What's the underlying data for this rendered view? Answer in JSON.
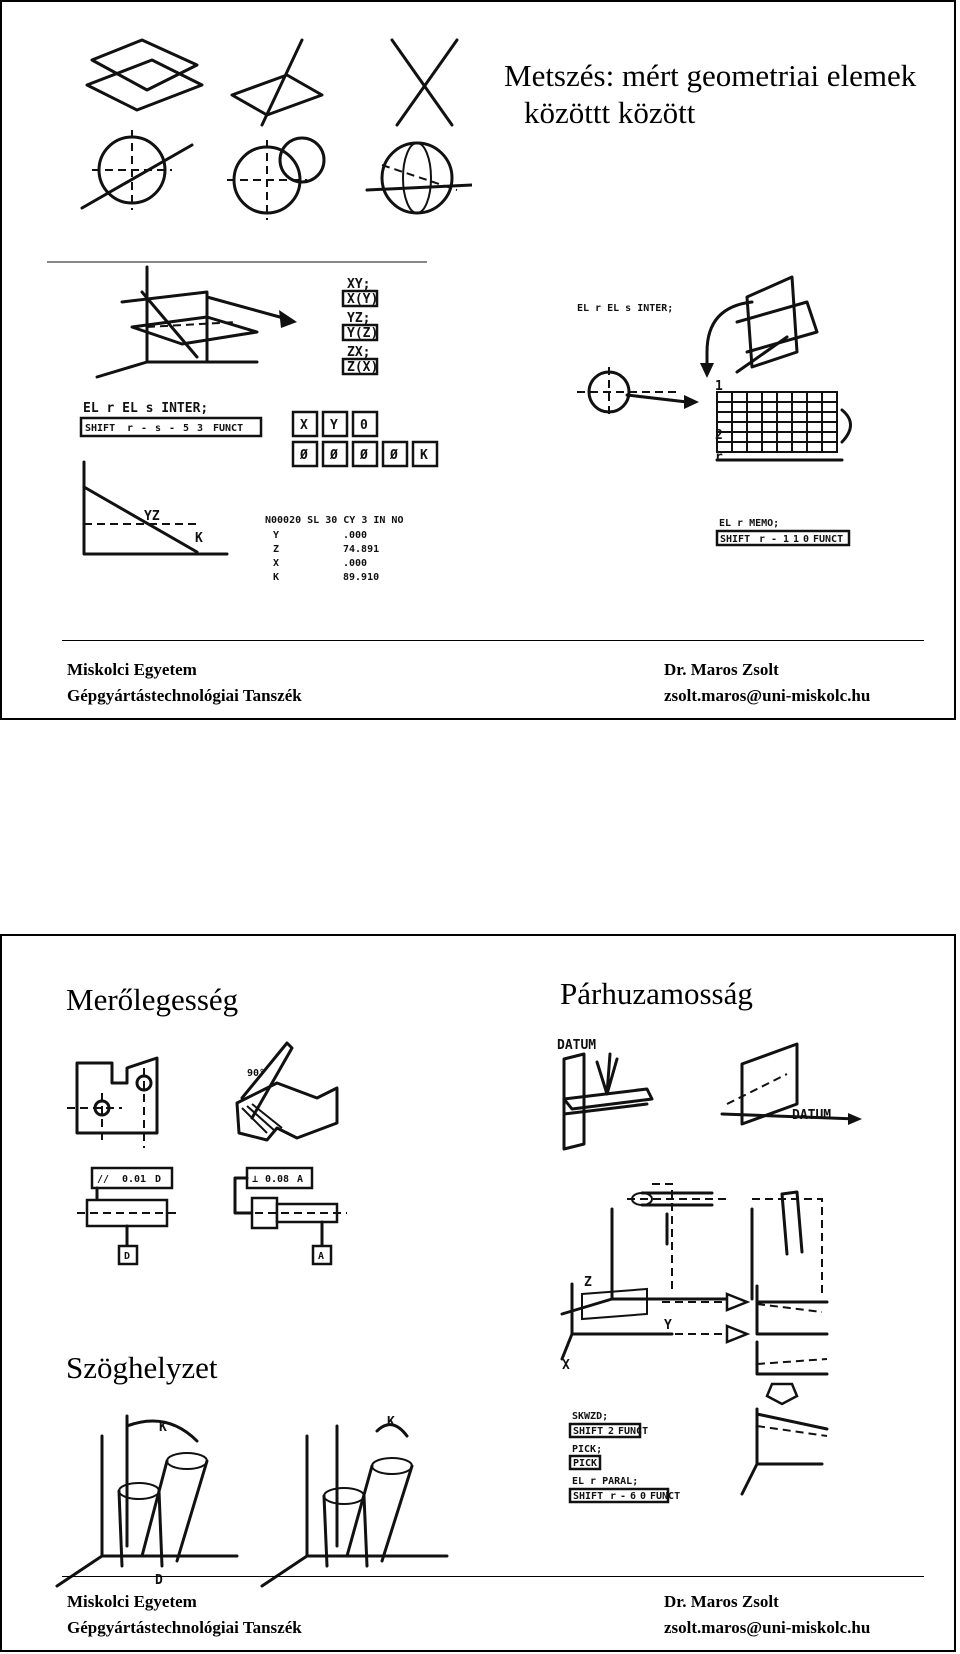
{
  "slide1": {
    "title_line1": "Metszés: mért geometriai elemek",
    "title_line2": "közöttt között",
    "footer": {
      "org_line1": "Miskolci Egyetem",
      "org_line2": "Gépgyártástechnológiai Tanszék",
      "author": "Dr. Maros Zsolt",
      "email": "zsolt.maros@uni-miskolc.hu"
    },
    "figure": {
      "keys_xy": [
        "XY;",
        "X(Y)",
        "YZ;",
        "Y(Z)",
        "ZX;",
        "Z(X)"
      ],
      "cmd_inter": "EL r EL s INTER;",
      "cmd_inter_right": "EL r EL s INTER;",
      "keyline_inter": [
        "SHIFT",
        "r",
        "-",
        "s",
        "-",
        "5",
        "3",
        "FUNCT"
      ],
      "keys_row1": [
        "X",
        "Y",
        "0"
      ],
      "keys_row2": [
        "Ø",
        "Ø",
        "Ø",
        "Ø",
        "K"
      ],
      "label_yz": "YZ",
      "label_k": "K",
      "result_header": "N00020  SL 30  CY  3  IN  NO",
      "result_rows": [
        {
          "axis": "Y",
          "value": ".000"
        },
        {
          "axis": "Z",
          "value": "74.891"
        },
        {
          "axis": "X",
          "value": ".000"
        },
        {
          "axis": "K",
          "value": "89.910"
        }
      ],
      "grid_labels": [
        "1",
        "2",
        "r"
      ],
      "cmd_memo": "EL r MEMO;",
      "keyline_memo": [
        "SHIFT",
        "r",
        "-",
        "1",
        "1",
        "0",
        "FUNCT"
      ]
    }
  },
  "slide2": {
    "heading_perp": "Merőlegesség",
    "heading_parallel": "Párhuzamosság",
    "heading_angle": "Szöghelyzet",
    "footer": {
      "org_line1": "Miskolci Egyetem",
      "org_line2": "Gépgyártástechnológiai Tanszék",
      "author": "Dr. Maros Zsolt",
      "email": "zsolt.maros@uni-miskolc.hu"
    },
    "figure": {
      "label_90": "90°",
      "frame_parallel": [
        "//",
        "0.01",
        "D"
      ],
      "frame_perp": [
        "⊥",
        "0.08",
        "A"
      ],
      "datum_d": "D",
      "datum_a": "A",
      "datum_word": "DATUM",
      "axes": [
        "Z",
        "Y",
        "X"
      ],
      "cmd_skwzd": "SKWZD;",
      "keyline_skwzd": [
        "SHIFT",
        "2",
        "FUNCT"
      ],
      "cmd_pick": "PICK;",
      "key_pick": "PICK",
      "cmd_paral": "EL r PARAL;",
      "keyline_paral": [
        "SHIFT",
        "r",
        "-",
        "6",
        "0",
        "FUNCT"
      ],
      "angle_k": "K",
      "label_d": "D"
    }
  }
}
